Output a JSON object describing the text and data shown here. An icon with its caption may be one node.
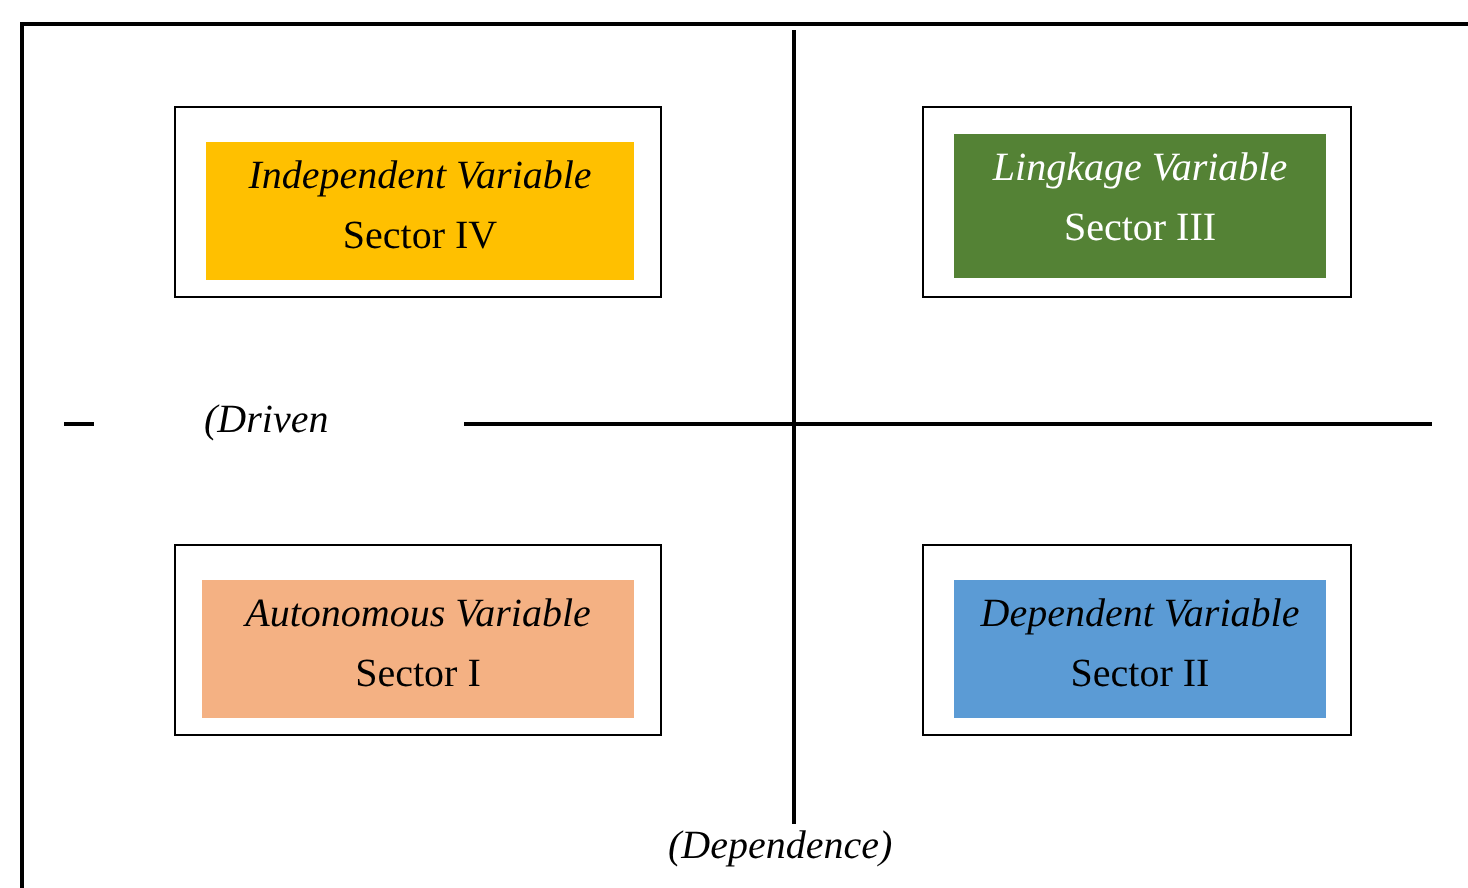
{
  "diagram": {
    "nodes": [
      {
        "text": [],
        "shape": "box"
      },
      {
        "text": [
          "Independent Variable",
          "Sector IV"
        ],
        "in": 0
      },
      {
        "text": [],
        "shape": "box"
      },
      {
        "text": [
          "Lingkage Variable",
          "Sector III"
        ],
        "in": 2
      },
      {
        "text": [],
        "shape": "box"
      },
      {
        "text": [
          "Autonomous Variable",
          "Sector I"
        ],
        "in": 4
      },
      {
        "text": [],
        "shape": "box"
      },
      {
        "text": [
          "Dependent Variable",
          "Sector II"
        ],
        "in": 6
      }
    ],
    "edges": [],
    "labels": [
      "(Driven",
      "(Dependence)"
    ]
  }
}
